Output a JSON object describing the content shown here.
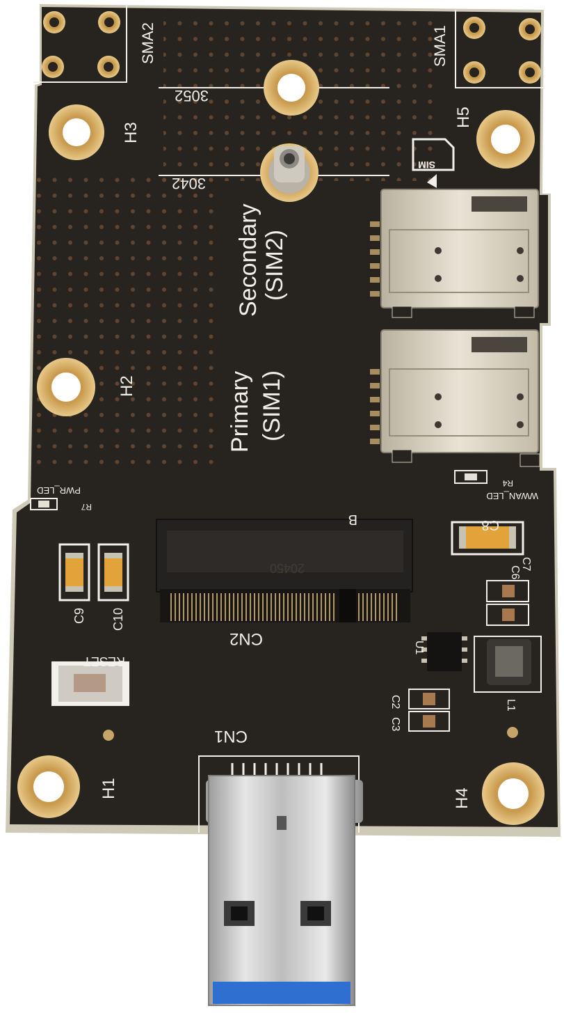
{
  "board": {
    "labels": {
      "sma1": "SMA1",
      "sma2": "SMA2",
      "slot_3052": "3052",
      "slot_3042": "3042",
      "h1": "H1",
      "h2": "H2",
      "h3": "H3",
      "h4": "H4",
      "h5": "H5",
      "sim_icon": "SIM",
      "secondary": "Secondary",
      "secondary_sim": "(SIM2)",
      "primary": "Primary",
      "primary_sim": "(SIM1)",
      "pwr_led": "PWR_LED",
      "wwan_led": "WWAN_LED",
      "reset": "RESET",
      "cn1": "CN1",
      "cn2": "CN2",
      "c8": "C8",
      "c9": "C9",
      "c10": "C10",
      "c6": "C6",
      "c7": "C7",
      "c2": "C2",
      "c3": "C3",
      "u1": "U1",
      "l1": "L1",
      "r4": "R4",
      "r7": "R7",
      "m2_key": "B",
      "connector_code": "20450"
    },
    "colors": {
      "pcb": "#27241f",
      "pcb_edge": "#cfc9b7",
      "gold": "#d7b06a",
      "silkscreen": "#f2f0ea",
      "usb_blue": "#2f6fd0",
      "tantalum": "#e2a43a"
    }
  }
}
